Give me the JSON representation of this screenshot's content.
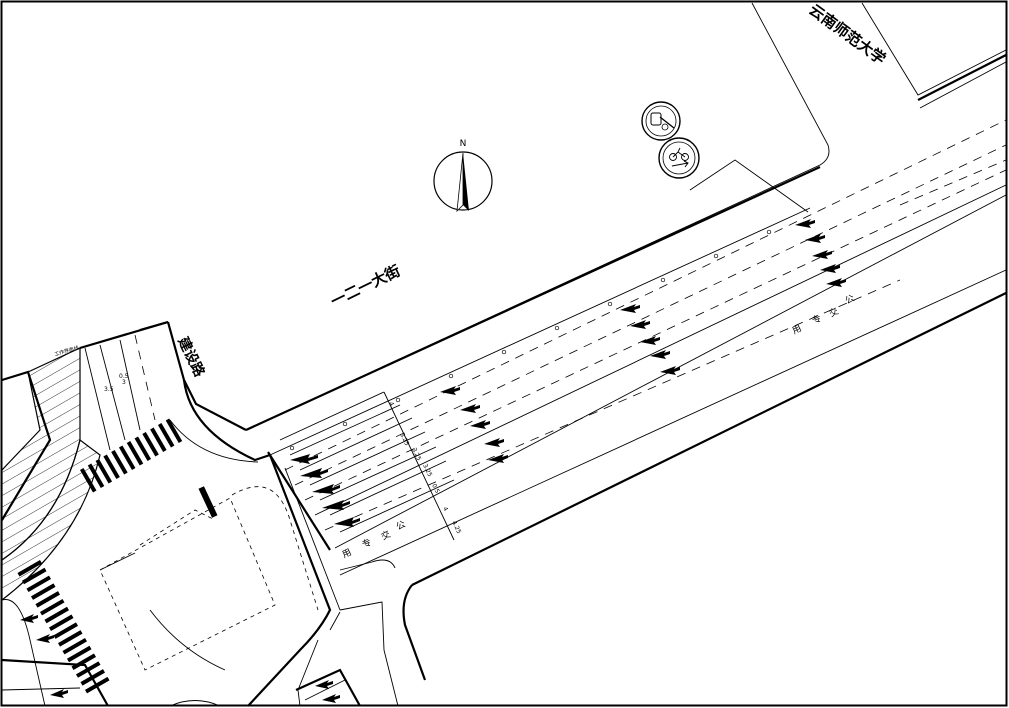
{
  "labels": {
    "campus": "云南师范大学",
    "main_road": "一二一大街",
    "side_road": "建设路",
    "bus_lane": [
      "公",
      "交",
      "专",
      "用"
    ],
    "note_small": "工作界面线"
  },
  "north_arrow": {
    "letter": "N"
  },
  "dimensions": [
    "0.5",
    "3",
    "3.5",
    "4",
    "3.25",
    "3.25",
    "3.25",
    "0.5",
    "4",
    "4.25"
  ],
  "signs": [
    {
      "name": "motorcycle-prohibited-sign-icon"
    },
    {
      "name": "bicycle-lane-sign-icon"
    }
  ]
}
